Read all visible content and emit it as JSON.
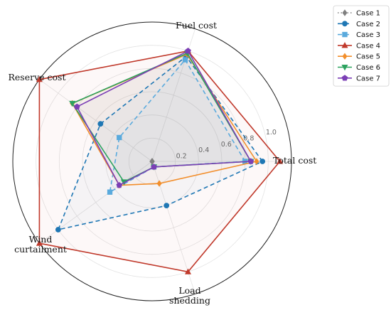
{
  "chart_data": {
    "type": "radar",
    "axes": [
      "Total cost",
      "Fuel cost",
      "Reserve cost",
      "Wind curtailment",
      "Load shedding"
    ],
    "axis_label_lines": [
      [
        "Total cost"
      ],
      [
        "Fuel cost"
      ],
      [
        "Reserve cost"
      ],
      [
        "Wind",
        "curtailment"
      ],
      [
        "Load",
        "shedding"
      ]
    ],
    "radial_ticks": [
      "0.2",
      "0.4",
      "0.6",
      "0.8",
      "1.0"
    ],
    "radial_tick_values": [
      0.2,
      0.4,
      0.6,
      0.8,
      1.0
    ],
    "rlim": [
      0,
      1.2
    ],
    "grid": true,
    "legend_position": "top-right",
    "series": [
      {
        "name": "Case 1",
        "color": "#7f7f7f",
        "dash": "1.5,3",
        "marker": "diamond",
        "values": [
          0.0,
          0.0,
          0.0,
          0.0,
          0.0
        ]
      },
      {
        "name": "Case 2",
        "color": "#1f77b4",
        "dash": "6,4",
        "marker": "circle",
        "values": [
          0.95,
          0.95,
          0.55,
          1.0,
          0.4
        ]
      },
      {
        "name": "Case 3",
        "color": "#5aaadd",
        "dash": "6,4",
        "marker": "square",
        "values": [
          0.8,
          0.92,
          0.35,
          0.45,
          0.05
        ]
      },
      {
        "name": "Case 4",
        "color": "#c0392b",
        "dash": "",
        "marker": "triangle-up",
        "values": [
          1.1,
          1.0,
          1.2,
          1.2,
          1.0
        ]
      },
      {
        "name": "Case 5",
        "color": "#f28e2b",
        "dash": "",
        "marker": "diamond",
        "values": [
          0.9,
          0.97,
          0.85,
          0.35,
          0.2
        ]
      },
      {
        "name": "Case 6",
        "color": "#2ca25f",
        "dash": "",
        "marker": "triangle-down",
        "values": [
          0.85,
          0.98,
          0.85,
          0.3,
          0.05
        ]
      },
      {
        "name": "Case 7",
        "color": "#7b3fb5",
        "dash": "",
        "marker": "pentagon",
        "values": [
          0.85,
          1.0,
          0.8,
          0.35,
          0.05
        ]
      }
    ]
  }
}
